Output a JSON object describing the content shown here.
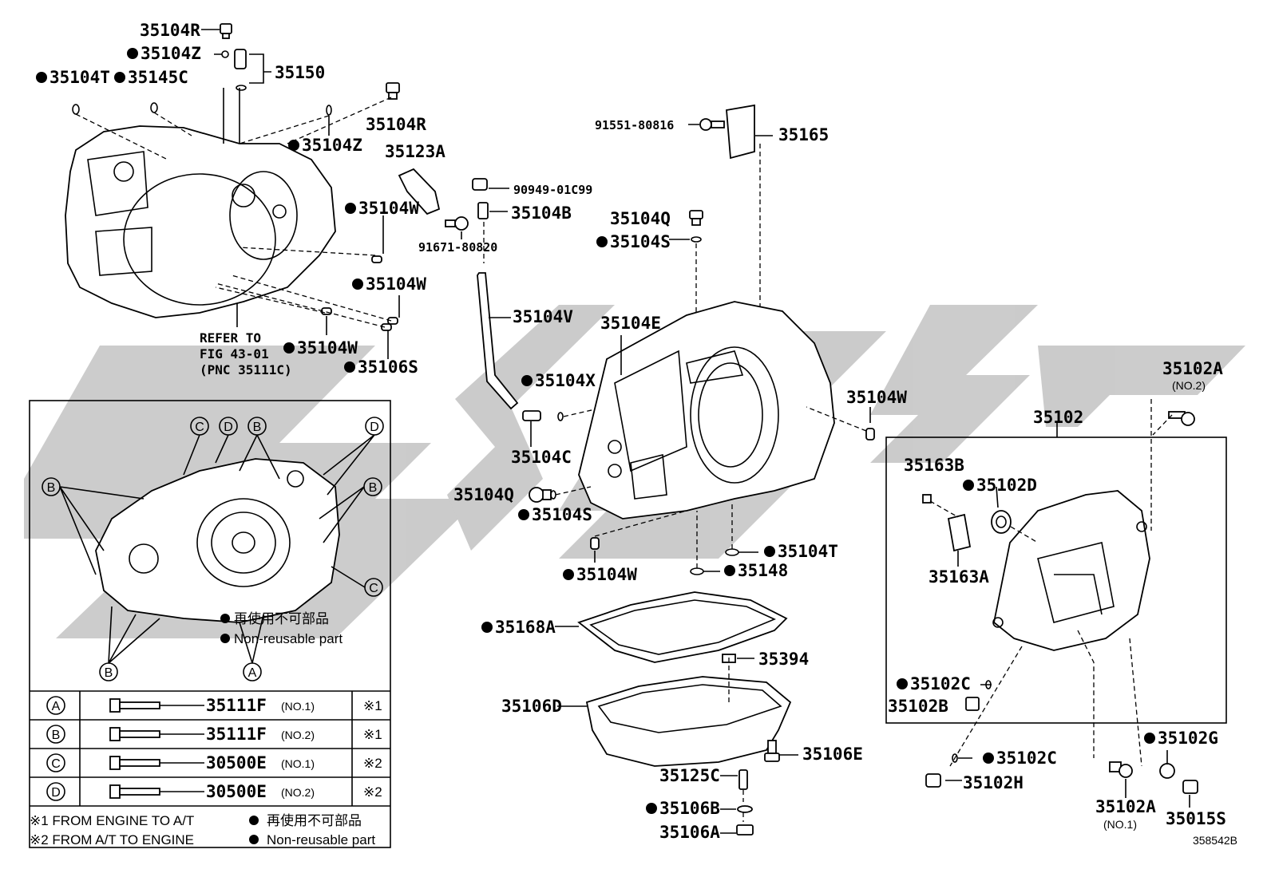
{
  "labels": {
    "l_35104R_top": "35104R",
    "l_35104Z_top": "35104Z",
    "l_35104T_top": "35104T",
    "l_35145C": "35145C",
    "l_35150": "35150",
    "l_35104R_2": "35104R",
    "l_35104Z_2": "35104Z",
    "l_35123A": "35123A",
    "l_91551": "91551-80816",
    "l_35165": "35165",
    "l_90949": "90949-01C99",
    "l_35104W_1": "35104W",
    "l_35104B": "35104B",
    "l_91671": "91671-80820",
    "l_35104Q_1": "35104Q",
    "l_35104S_1": "35104S",
    "l_35104W_2": "35104W",
    "l_35104W_3": "35104W",
    "l_35106S": "35106S",
    "l_35104V": "35104V",
    "l_35104E": "35104E",
    "l_35104X": "35104X",
    "l_35104C": "35104C",
    "l_35104W_4": "35104W",
    "l_35104Q_2": "35104Q",
    "l_35104S_2": "35104S",
    "l_35104W_5": "35104W",
    "l_35104T_2": "35104T",
    "l_35148": "35148",
    "l_35102A_top": "35102A",
    "l_35102A_top_sub": "(NO.2)",
    "l_35102": "35102",
    "l_35163B": "35163B",
    "l_35102D": "35102D",
    "l_35163A": "35163A",
    "l_35168A": "35168A",
    "l_35394": "35394",
    "l_35106D": "35106D",
    "l_35106E": "35106E",
    "l_35125C": "35125C",
    "l_35106B": "35106B",
    "l_35106A": "35106A",
    "l_35102C_1": "35102C",
    "l_35102B": "35102B",
    "l_35102G": "35102G",
    "l_35102C_2": "35102C",
    "l_35102H": "35102H",
    "l_35102A_bot": "35102A",
    "l_35102A_bot_sub": "(NO.1)",
    "l_35015S": "35015S",
    "refer_1": "REFER TO",
    "refer_2": "FIG 43-01",
    "refer_3": "(PNC 35111C)"
  },
  "detail_box": {
    "callouts": [
      "A",
      "B",
      "C",
      "D"
    ],
    "legend_jp": "再使用不可部品",
    "legend_en": "Non-reusable part"
  },
  "bolt_table": [
    {
      "key": "A",
      "part": "35111F",
      "sub": "(NO.1)",
      "note": "※1"
    },
    {
      "key": "B",
      "part": "35111F",
      "sub": "(NO.2)",
      "note": "※1"
    },
    {
      "key": "C",
      "part": "30500E",
      "sub": "(NO.1)",
      "note": "※2"
    },
    {
      "key": "D",
      "part": "30500E",
      "sub": "(NO.2)",
      "note": "※2"
    }
  ],
  "footer": {
    "note1": "※1 FROM ENGINE TO A/T",
    "note2": "※2 FROM A/T TO ENGINE",
    "legend_jp": "再使用不可部品",
    "legend_en": "Non-reusable part",
    "figure_id": "358542B"
  },
  "colors": {
    "watermark": "#c9c9c9",
    "line": "#000000"
  }
}
